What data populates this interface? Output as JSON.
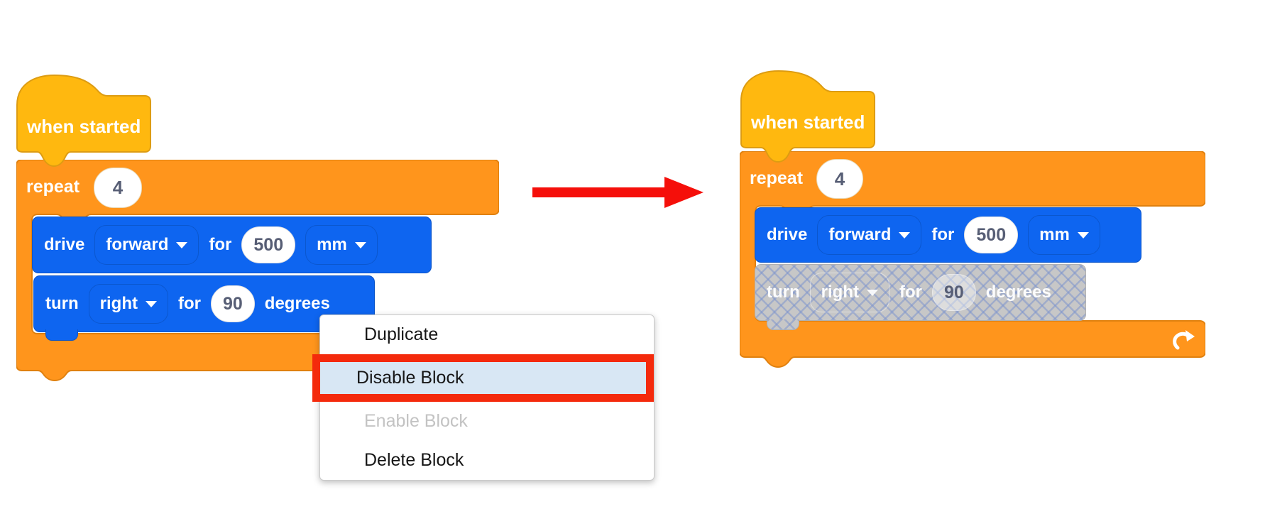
{
  "left_stack": {
    "hat_label": "when started",
    "repeat": {
      "label": "repeat",
      "count": "4"
    },
    "drive": {
      "verb": "drive",
      "direction": "forward",
      "for_label": "for",
      "distance": "500",
      "unit": "mm"
    },
    "turn": {
      "verb": "turn",
      "direction": "right",
      "for_label": "for",
      "angle": "90",
      "unit_label": "degrees"
    }
  },
  "context_menu": {
    "items": [
      {
        "label": "Duplicate",
        "state": "normal"
      },
      {
        "label": "Disable Block",
        "state": "highlighted"
      },
      {
        "label": "Enable Block",
        "state": "disabled"
      },
      {
        "label": "Delete Block",
        "state": "normal"
      }
    ]
  },
  "right_stack": {
    "hat_label": "when started",
    "repeat": {
      "label": "repeat",
      "count": "4"
    },
    "drive": {
      "verb": "drive",
      "direction": "forward",
      "for_label": "for",
      "distance": "500",
      "unit": "mm"
    },
    "turn": {
      "verb": "turn",
      "direction": "right",
      "for_label": "for",
      "angle": "90",
      "unit_label": "degrees",
      "disabled": true
    }
  },
  "icons": {
    "dropdown": "chevron-down",
    "repeat_loop": "loop-arrow",
    "transition": "red-arrow-right"
  },
  "colors": {
    "hat_fill": "#FFB80F",
    "hat_border": "#DD9C12",
    "control_fill": "#FF951C",
    "control_border": "#E0800E",
    "drive_fill": "#0E65F0",
    "drive_border": "#0A54C8",
    "disabled_fill": "#C7C7C7",
    "value_text": "#575E75",
    "menu_highlight_bg": "#D8E7F4",
    "selection_border": "#F42A0C",
    "arrow_red": "#F50F0A"
  }
}
